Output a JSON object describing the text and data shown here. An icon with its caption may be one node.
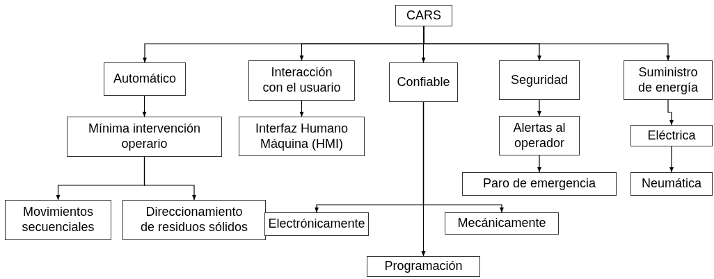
{
  "diagram": {
    "nodes": [
      {
        "text": [
          "CARS"
        ]
      },
      {
        "text": [
          "Automático"
        ]
      },
      {
        "text": [
          "Interacción con el usuario"
        ]
      },
      {
        "text": [
          "Confiable"
        ]
      },
      {
        "text": [
          "Seguridad"
        ]
      },
      {
        "text": [
          "Suministro de energía"
        ]
      },
      {
        "text": [
          "Mínima intervención operario"
        ]
      },
      {
        "text": [
          "Interfaz Humano Máquina (HMI)"
        ]
      },
      {
        "text": [
          "Alertas al operador"
        ]
      },
      {
        "text": [
          "Eléctrica"
        ]
      },
      {
        "text": [
          "Paro de emergencia"
        ]
      },
      {
        "text": [
          "Neumática"
        ]
      },
      {
        "text": [
          "Movimientos secuenciales"
        ]
      },
      {
        "text": [
          "Direccionamiento de residuos sólidos"
        ]
      },
      {
        "text": [
          "Electrónicamente"
        ]
      },
      {
        "text": [
          "Mecánicamente"
        ]
      },
      {
        "text": [
          "Programación"
        ]
      }
    ],
    "edges": [
      {
        "from": 0,
        "to": 1,
        "arrow": "to"
      },
      {
        "from": 0,
        "to": 2,
        "arrow": "to"
      },
      {
        "from": 0,
        "to": 3,
        "arrow": "to"
      },
      {
        "from": 0,
        "to": 4,
        "arrow": "to"
      },
      {
        "from": 0,
        "to": 5,
        "arrow": "to"
      },
      {
        "from": 1,
        "to": 6,
        "arrow": "to"
      },
      {
        "from": 2,
        "to": 7,
        "arrow": "to"
      },
      {
        "from": 4,
        "to": 8,
        "arrow": "to"
      },
      {
        "from": 8,
        "to": 10,
        "arrow": "to"
      },
      {
        "from": 5,
        "to": 9,
        "arrow": "to"
      },
      {
        "from": 9,
        "to": 11,
        "arrow": "to"
      },
      {
        "from": 6,
        "to": 12,
        "arrow": "to"
      },
      {
        "from": 6,
        "to": 13,
        "arrow": "to"
      },
      {
        "from": 3,
        "to": 14,
        "arrow": "to"
      },
      {
        "from": 3,
        "to": 15,
        "arrow": "to"
      },
      {
        "from": 3,
        "to": 16,
        "arrow": "to"
      }
    ]
  }
}
